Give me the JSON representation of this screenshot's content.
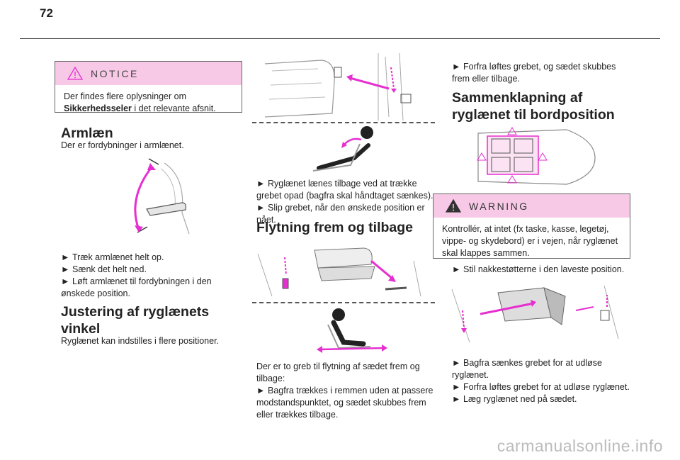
{
  "page_number": "72",
  "notice": {
    "label": "NOTICE",
    "text_pre": "Der findes flere oplysninger om ",
    "text_bold": "Sikkerhedsseler",
    "text_post": " i det relevante afsnit."
  },
  "armlaen": {
    "heading": "Armlæn",
    "intro": "Der er fordybninger i armlænet.",
    "steps": [
      "Træk armlænet helt op.",
      "Sænk det helt ned.",
      "Løft armlænet til fordybningen i den ønskede position."
    ]
  },
  "justering": {
    "heading_line1": "Justering af ryglænets",
    "heading_line2": "vinkel",
    "intro": "Ryglænet kan indstilles i flere positioner."
  },
  "ryglaen_steps": [
    "Ryglænet lænes tilbage ved at trække grebet opad (bagfra skal håndtaget sænkes).",
    "Slip grebet, når den ønskede position er nået."
  ],
  "flytning": {
    "heading": "Flytning frem og tilbage",
    "intro": "Der er to greb til flytning af sædet frem og tilbage:",
    "steps": [
      "Bagfra trækkes i remmen uden at passere modstandspunktet, og sædet skubbes frem eller trækkes tilbage.",
      "Forfra løftes grebet, og sædet skubbes frem eller tilbage."
    ]
  },
  "sammenklapning": {
    "heading_line1": "Sammenklapning af",
    "heading_line2": "ryglænet til bordposition"
  },
  "warning": {
    "label": "WARNING",
    "text": "Kontrollér, at intet (fx taske, kasse, legetøj, vippe- og skydebord) er i vejen, når ryglænet skal klappes sammen."
  },
  "final_steps": {
    "pre": "Stil nakkestøtterne i den laveste position.",
    "steps": [
      "Bagfra sænkes grebet for at udløse ryglænet.",
      "Forfra løftes grebet for at udløse ryglænet.",
      "Læg ryglænet ned på sædet."
    ]
  },
  "arrow_glyph": "►",
  "watermark": "carmanualsonline.info",
  "colors": {
    "accent": "#e62fd0",
    "box_header": "#f7c9e6"
  },
  "icons": [
    "warning-triangle-icon"
  ]
}
